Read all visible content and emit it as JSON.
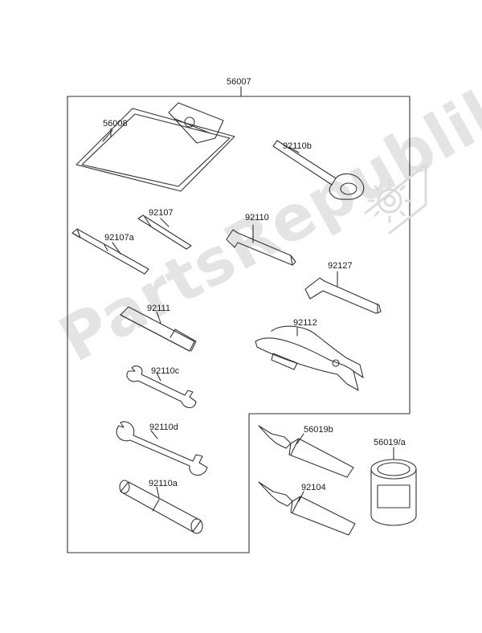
{
  "watermark": {
    "text": "PartsRepublik"
  },
  "labels": {
    "kit": "56007",
    "bag": "56008",
    "ring_wrench": "92110b",
    "screwdriver_shaft": "92107",
    "screwdriver_handle": "92107a",
    "hex_wrench_long": "92110",
    "hex_wrench_short": "92127",
    "extension_bar": "92111",
    "pliers": "92112",
    "open_wrench_small": "92110c",
    "open_wrench_large": "92110d",
    "grease_tube_upper": "56019b",
    "grease_can": "56019/a",
    "grease_tube_lower": "92104",
    "socket_wrench": "92110a"
  },
  "colors": {
    "line": "#333333",
    "watermark": "#e4e4e4",
    "fill": "#ffffff"
  },
  "icons": {
    "logo": "gear-icon"
  }
}
